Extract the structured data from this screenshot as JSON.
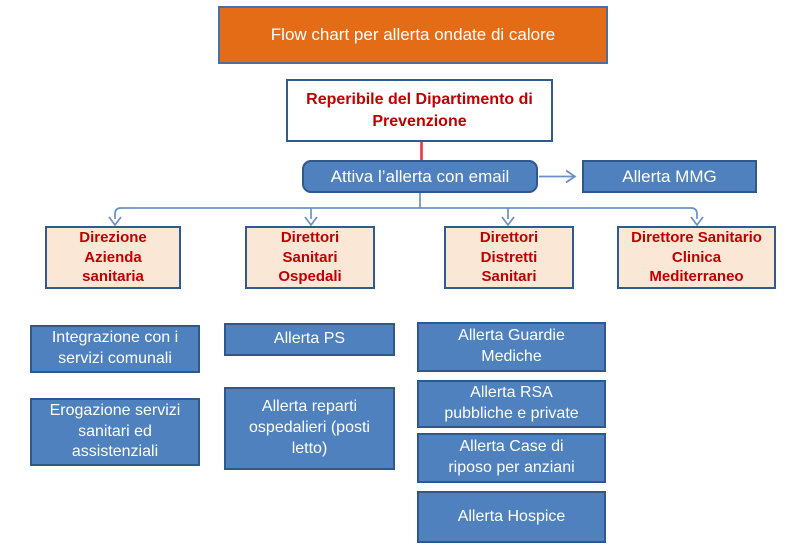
{
  "diagram": {
    "title": "Flow chart per allerta ondate di calore",
    "root": "Reperibile del Dipartimento di Prevenzione",
    "email_action": "Attiva l’allerta con email",
    "mmg": "Allerta MMG",
    "columns": [
      {
        "header": "Direzione Azienda sanitaria",
        "items": [
          "Integrazione con i servizi comunali",
          "Erogazione servizi sanitari ed assistenziali"
        ]
      },
      {
        "header": "Direttori Sanitari Ospedali",
        "items": [
          "Allerta PS",
          "Allerta reparti ospedalieri (posti letto)"
        ]
      },
      {
        "header": "Direttori Distretti Sanitari",
        "items": [
          "Allerta Guardie Mediche",
          "Allerta RSA pubbliche e private",
          "Allerta Case di riposo per anziani",
          "Allerta Hospice"
        ]
      },
      {
        "header": "Direttore Sanitario Clinica Mediterraneo",
        "items": []
      }
    ]
  },
  "colors": {
    "orange": "#e56c17",
    "orangeBorder": "#4a6ea6",
    "blueFill": "#4e81bd",
    "blueBorder": "#2f588c",
    "peachFill": "#fbe7d6",
    "peachBorder": "#2e5b94",
    "redText": "#c00000",
    "connector": "#6b90c3",
    "redConnector": "#e23b3b",
    "whiteText": "#ffffff"
  }
}
